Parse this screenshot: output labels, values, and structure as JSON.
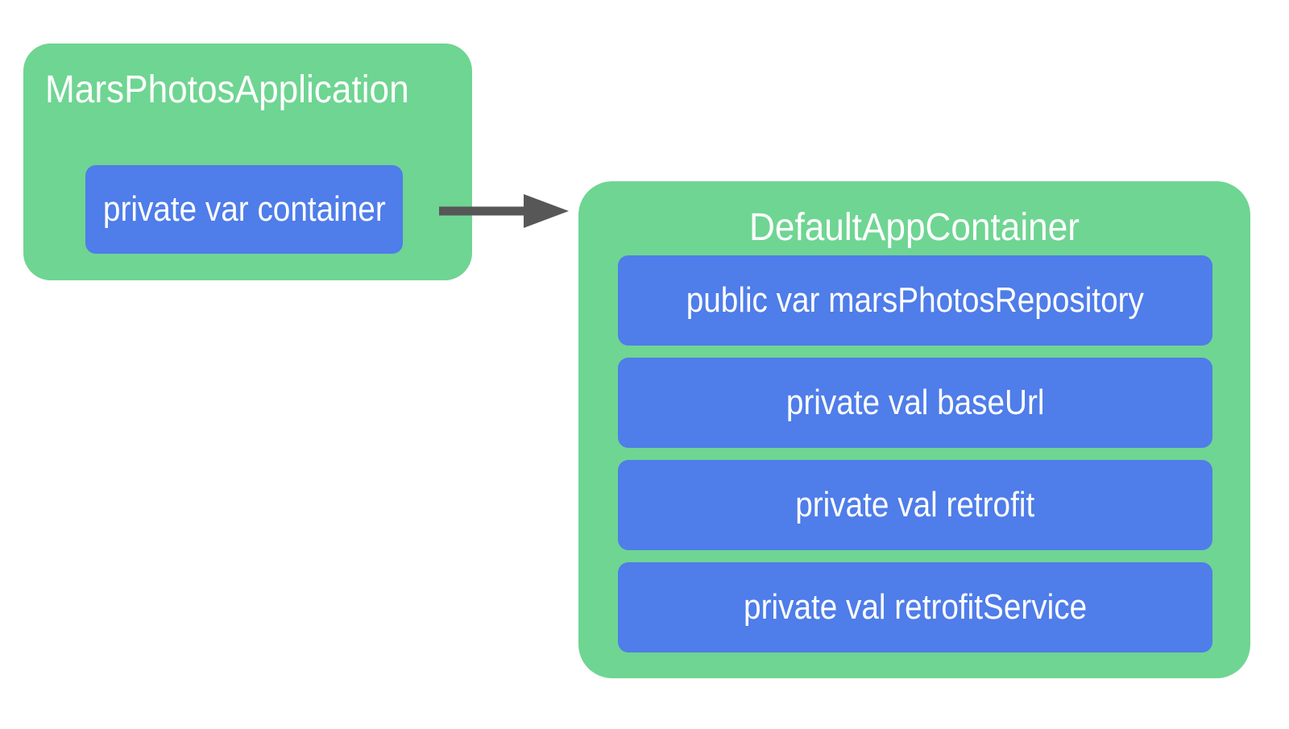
{
  "app_box": {
    "title": "MarsPhotosApplication",
    "fields": [
      {
        "label": "private var container"
      }
    ]
  },
  "container_box": {
    "title": "DefaultAppContainer",
    "fields": [
      {
        "label": "public var marsPhotosRepository"
      },
      {
        "label": "private val baseUrl"
      },
      {
        "label": "private val retrofit"
      },
      {
        "label": "private val retrofitService"
      }
    ]
  },
  "connector": {
    "type": "arrow-right",
    "from": "app_box.fields.0",
    "to": "container_box"
  },
  "colors": {
    "box_green": "#6fd592",
    "field_blue": "#4f7de9",
    "arrow_gray": "#575757",
    "text_white": "#ffffff"
  }
}
